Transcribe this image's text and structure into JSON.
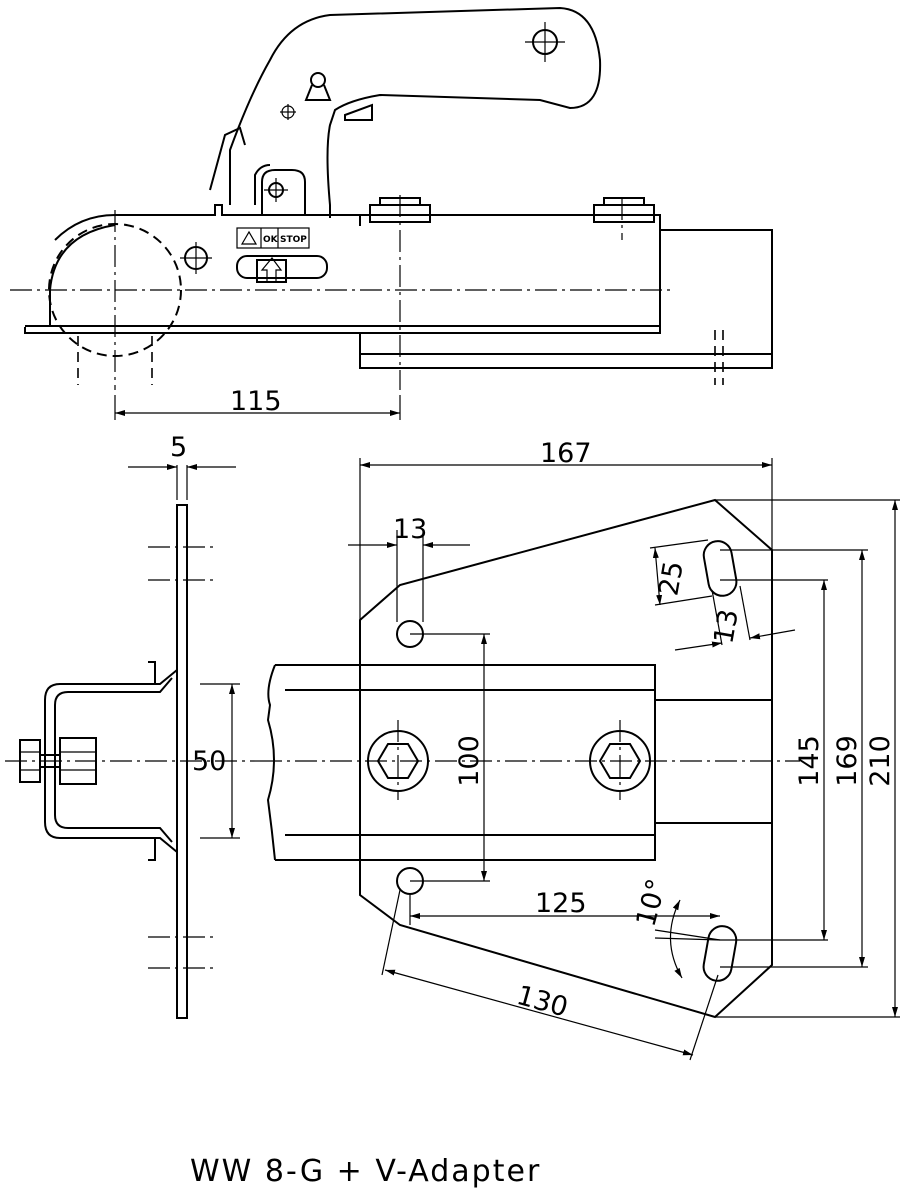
{
  "caption": "WW 8-G + V-Adapter",
  "dimensions": {
    "d115": "115",
    "d5": "5",
    "d167": "167",
    "d13_top": "13",
    "d25": "25",
    "d13_slot": "13",
    "d50": "50",
    "d100": "100",
    "d145": "145",
    "d169": "169",
    "d210": "210",
    "d125": "125",
    "angle": "10°",
    "d130": "130"
  },
  "label_badge": {
    "ok": "OK",
    "stop": "STOP"
  }
}
